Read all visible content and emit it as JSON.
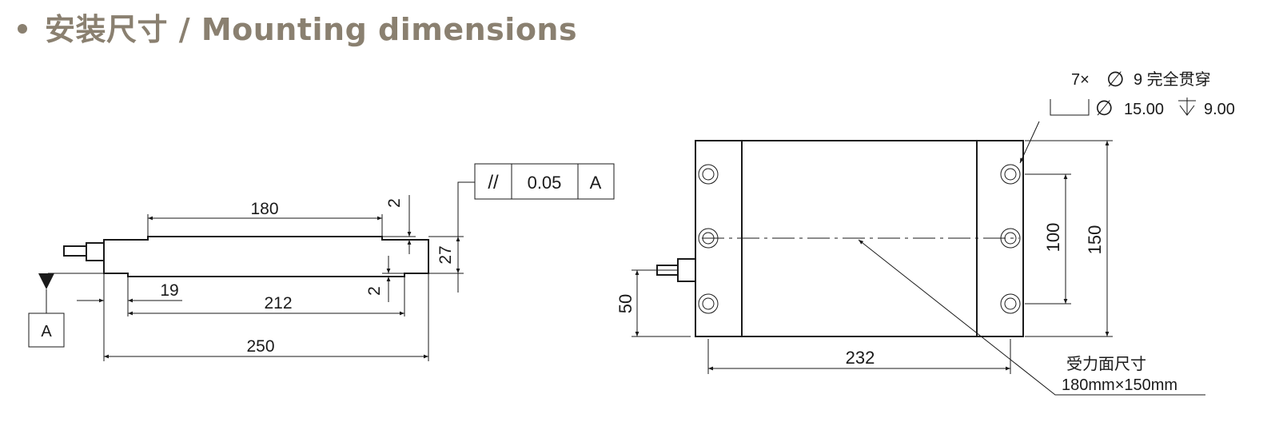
{
  "title": "安装尺寸 / Mounting dimensions",
  "side_view": {
    "dim_top_length": "180",
    "dim_step_top": "2",
    "dim_height": "27",
    "dim_step_bottom": "2",
    "dim_offset": "19",
    "dim_bottom_length": "212",
    "dim_total_length": "250",
    "datum_label": "A",
    "tolerance_symbol": "//",
    "tolerance_value": "0.05",
    "tolerance_datum": "A"
  },
  "top_view": {
    "hole_callout_1": "7×",
    "hole_callout_diam_symbol": "∅",
    "hole_callout_2": "9  完全贯穿",
    "cbore_diam_symbol": "∅",
    "cbore_value": "15.00",
    "cbore_depth_value": "9.00",
    "dim_width": "232",
    "dim_hole_spacing": "100",
    "dim_height": "150",
    "dim_connector": "50",
    "note_line1": "受力面尺寸",
    "note_line2": "180mm×150mm"
  },
  "colors": {
    "title": "#8a8070",
    "lines": "#1a1a1a"
  }
}
